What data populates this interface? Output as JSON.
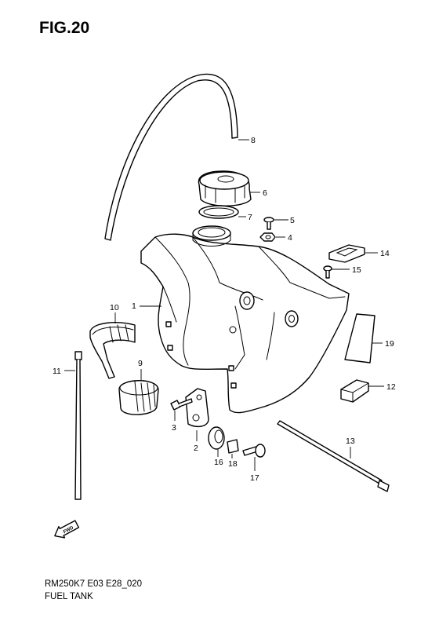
{
  "figure": {
    "title": "FIG.20",
    "code": "RM250K7 E03 E28_020",
    "name": "FUEL TANK"
  },
  "callouts": [
    "1",
    "2",
    "3",
    "4",
    "5",
    "6",
    "7",
    "8",
    "9",
    "10",
    "11",
    "12",
    "13",
    "14",
    "15",
    "16",
    "17",
    "18",
    "19"
  ],
  "direction_arrow": {
    "label": "FWD"
  }
}
